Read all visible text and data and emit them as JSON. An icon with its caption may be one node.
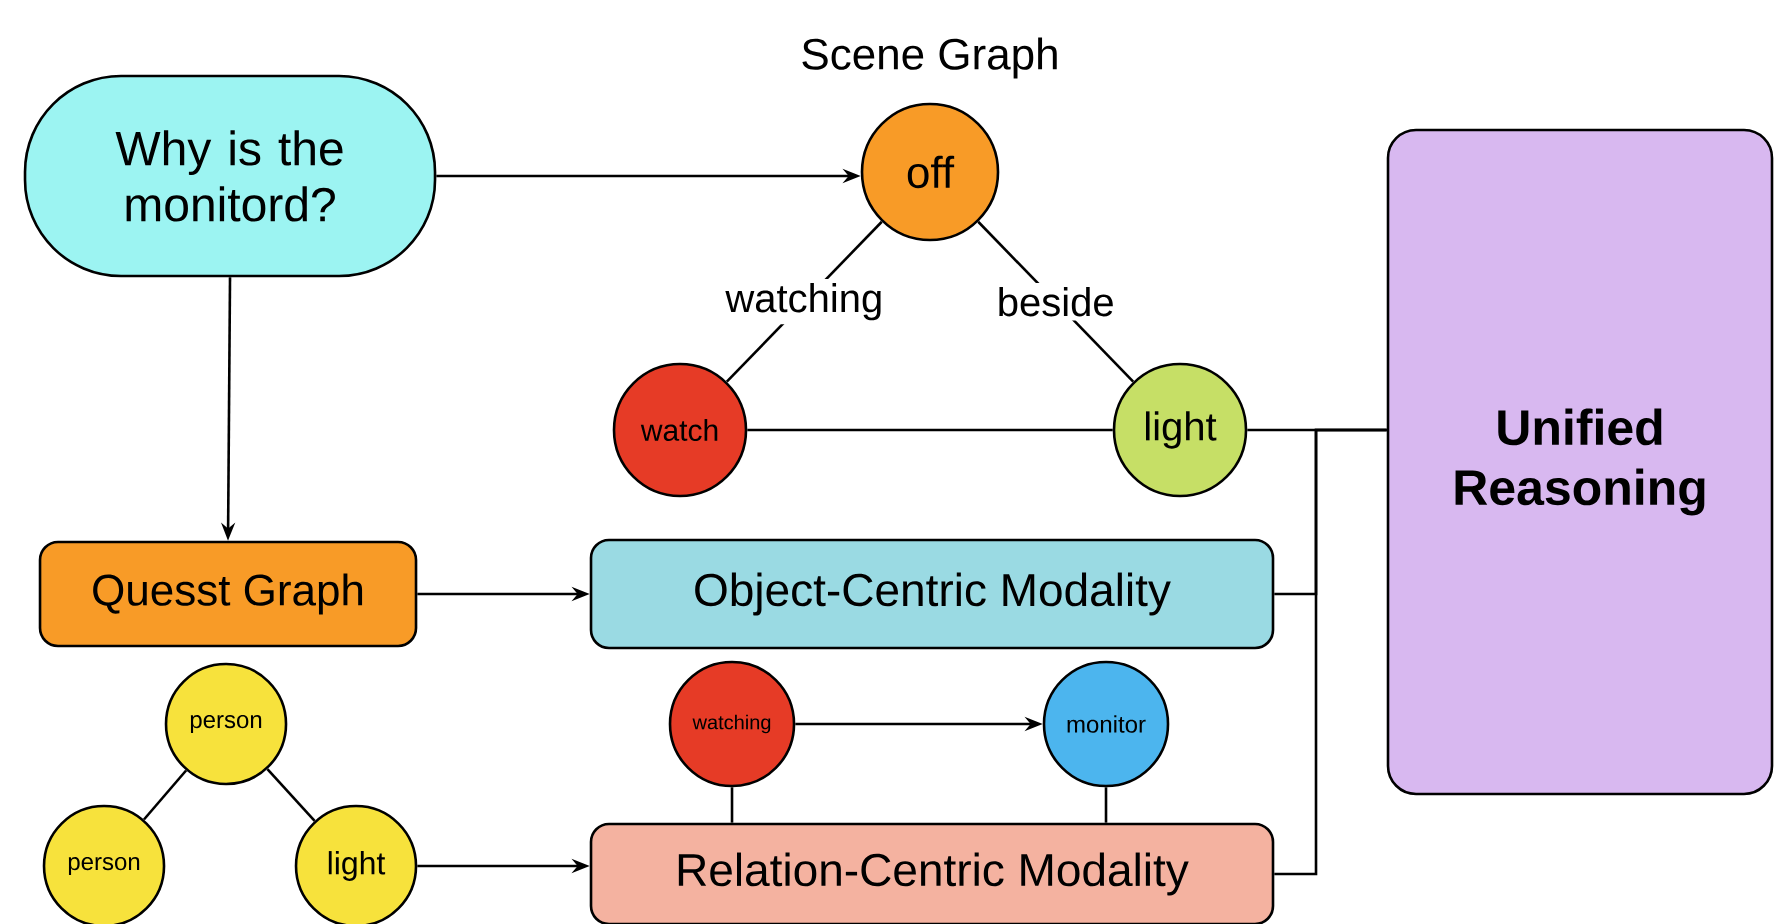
{
  "diagram": {
    "title": "Scene Graph",
    "nodes": [
      {
        "text": [
          "Why is the monitord?"
        ]
      },
      {
        "text": [
          "off"
        ]
      },
      {
        "text": [
          "watch"
        ]
      },
      {
        "text": [
          "light"
        ]
      },
      {
        "text": [
          "Quesst Graph"
        ]
      },
      {
        "text": [
          "Object-Centric Modality"
        ]
      },
      {
        "text": [
          "person"
        ]
      },
      {
        "text": [
          "person"
        ]
      },
      {
        "text": [
          "light"
        ]
      },
      {
        "text": [
          "watching"
        ]
      },
      {
        "text": [
          "monitor"
        ]
      },
      {
        "text": [
          "Relation-Centric Modality"
        ]
      },
      {
        "text": [
          "Unified Reasoning"
        ]
      }
    ],
    "edges": [
      {
        "from": 0,
        "to": 1,
        "arrow": "to"
      },
      {
        "from": 1,
        "to": 2,
        "arrow": "none",
        "label": "watching"
      },
      {
        "from": 1,
        "to": 3,
        "arrow": "none",
        "label": "beside"
      },
      {
        "from": 2,
        "to": 3,
        "arrow": "none"
      },
      {
        "from": 3,
        "to": 12,
        "arrow": "none"
      },
      {
        "from": 0,
        "to": 4,
        "arrow": "to"
      },
      {
        "from": 4,
        "to": 5,
        "arrow": "to"
      },
      {
        "from": 5,
        "to": 12,
        "arrow": "none"
      },
      {
        "from": 6,
        "to": 7,
        "arrow": "none"
      },
      {
        "from": 6,
        "to": 8,
        "arrow": "none"
      },
      {
        "from": 9,
        "to": 10,
        "arrow": "to"
      },
      {
        "from": 9,
        "to": 11,
        "arrow": "none"
      },
      {
        "from": 10,
        "to": 11,
        "arrow": "none"
      },
      {
        "from": 8,
        "to": 11,
        "arrow": "to"
      },
      {
        "from": 11,
        "to": 12,
        "arrow": "none"
      }
    ]
  }
}
